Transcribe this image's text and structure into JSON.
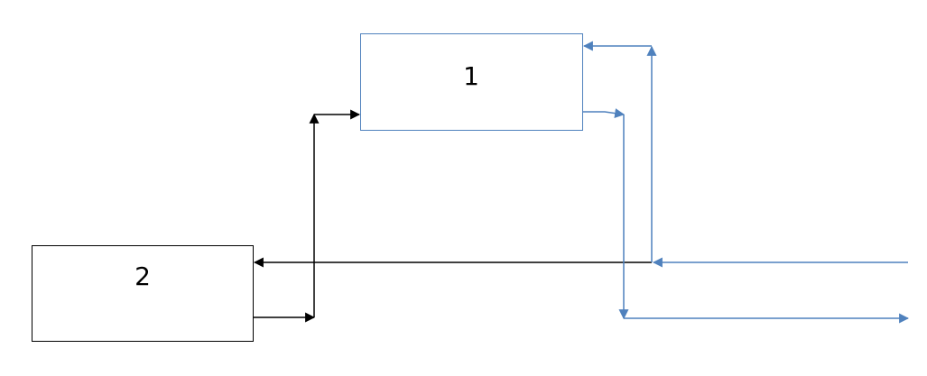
{
  "diagram": {
    "blocks": [
      {
        "id": "block-1",
        "label": "1",
        "color": "#4f81bd"
      },
      {
        "id": "block-2",
        "label": "2",
        "color": "#000000"
      }
    ],
    "colors": {
      "black_connections": "#000000",
      "blue_connections": "#4f81bd"
    }
  }
}
